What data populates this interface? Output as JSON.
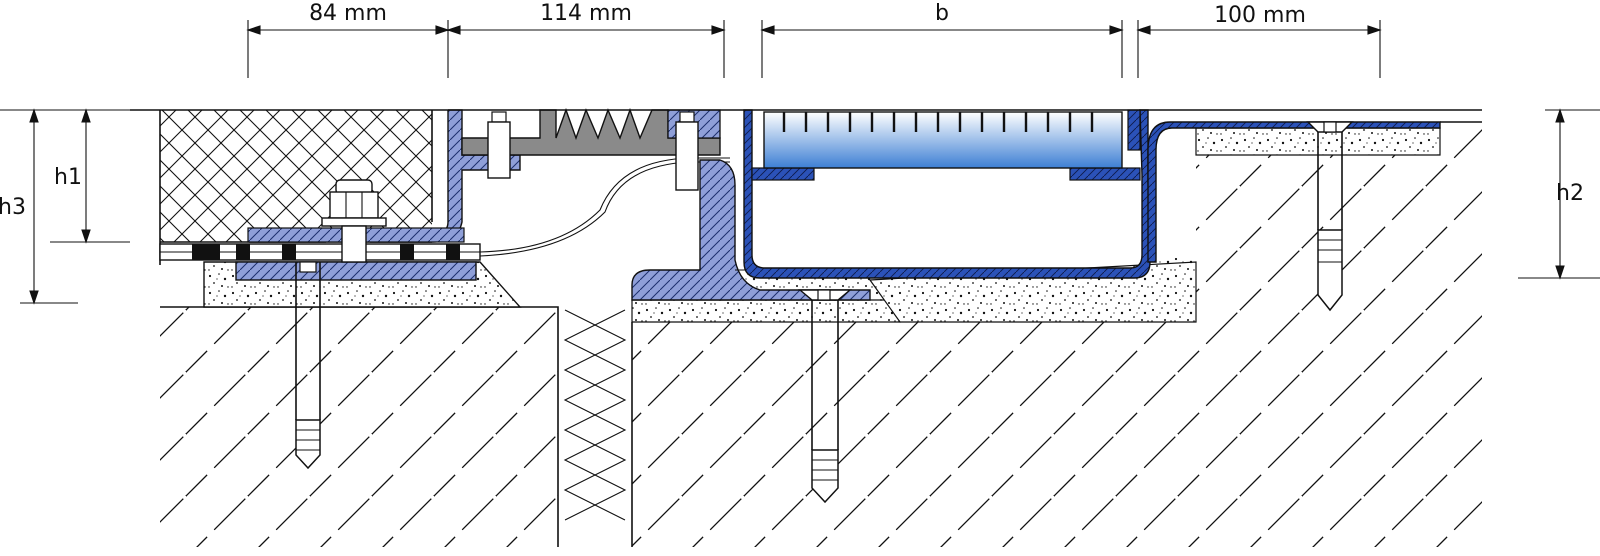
{
  "dimensions": {
    "top": [
      "84 mm",
      "114 mm",
      "b",
      "100 mm"
    ],
    "left": [
      "h1",
      "h3"
    ],
    "right": [
      "h2"
    ]
  },
  "colors": {
    "profile_light": "#8f9fd8",
    "profile_dark": "#2b52b8",
    "rubber": "#8a8a8a",
    "grate_top": "#ffffff",
    "grate_bottom": "#3d7fd4",
    "mortar_dots": "#111111"
  }
}
